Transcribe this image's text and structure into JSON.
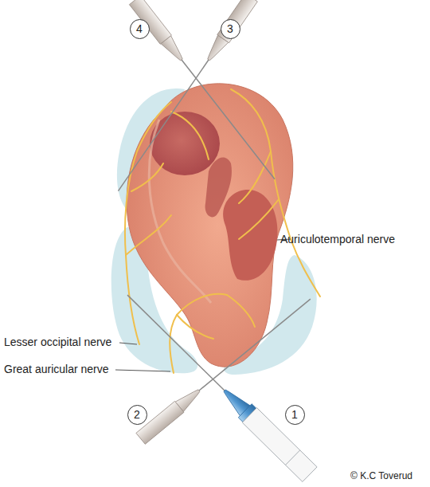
{
  "diagram": {
    "nodes": [
      {
        "text": [
          "4"
        ]
      },
      {
        "text": [
          "3"
        ]
      },
      {
        "text": [
          "2"
        ]
      },
      {
        "text": [
          "1"
        ]
      }
    ],
    "labels": [
      "Auriculotemporal nerve",
      "Lesser occipital nerve",
      "Great auricular nerve",
      "© K.C Toverud"
    ]
  }
}
